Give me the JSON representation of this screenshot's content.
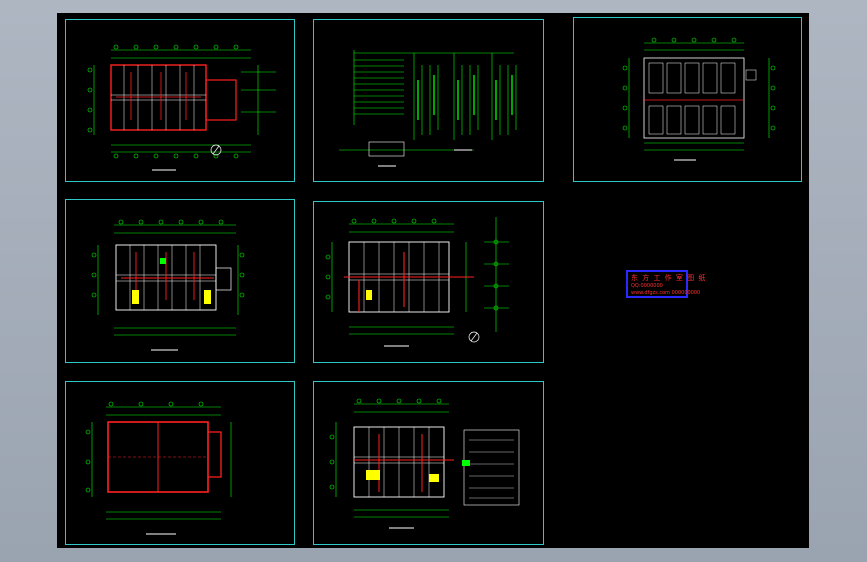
{
  "viewport": {
    "name": "cad-model-space"
  },
  "sheets": [
    {
      "id": "plan-1",
      "kind": "floor-plan"
    },
    {
      "id": "electrical-system-diagram",
      "kind": "schematic"
    },
    {
      "id": "elevation",
      "kind": "elevation"
    },
    {
      "id": "plan-2",
      "kind": "floor-plan"
    },
    {
      "id": "plan-3",
      "kind": "floor-plan-with-riser"
    },
    {
      "id": "roof-plan",
      "kind": "floor-plan"
    },
    {
      "id": "plan-4",
      "kind": "floor-plan-with-legend"
    }
  ],
  "stamp": {
    "title": "东 方 工 作 室 图 纸",
    "line2": "QQ:0000000",
    "line3": "www.dfgzs.com 000000000"
  },
  "colors": {
    "background": "#000000",
    "sheet_border": "#2fc8c8",
    "axis": "#00ff00",
    "wall": "#ff2020",
    "fixture": "#ffffff",
    "highlight": "#ffff00",
    "stamp_border": "#2a2aff",
    "stamp_text": "#ff3030"
  }
}
